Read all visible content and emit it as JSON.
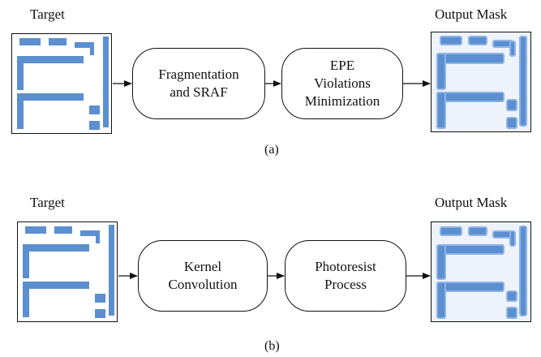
{
  "row_a": {
    "target_label": "Target",
    "output_label": "Output Mask",
    "step1_lines": [
      "Fragmentation",
      "and SRAF"
    ],
    "step2_lines": [
      "EPE",
      "Violations",
      "Minimization"
    ],
    "caption": "(a)"
  },
  "row_b": {
    "target_label": "Target",
    "output_label": "Output Mask",
    "step1_lines": [
      "Kernel",
      "Convolution"
    ],
    "step2_lines": [
      "Photoresist",
      "Process"
    ],
    "caption": "(b)"
  },
  "colors": {
    "pattern": "#5b8fd0",
    "stroke": "#111111"
  }
}
